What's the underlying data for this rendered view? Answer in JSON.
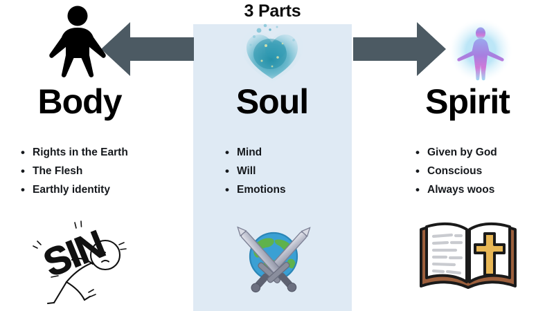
{
  "slide": {
    "title": "3 Parts",
    "background_color": "#ffffff",
    "panel_color": "#dfeaf4",
    "arrow_color": "#4c5a63"
  },
  "columns": [
    {
      "key": "body",
      "heading": "Body",
      "top_icon": "black-human-pictogram-icon",
      "bottom_icon": "stick-figure-carrying-sin-burden-icon",
      "bottom_icon_label": "SIN",
      "bullets": [
        "Rights in the Earth",
        "The Flesh",
        "Earthly identity"
      ]
    },
    {
      "key": "soul",
      "heading": "Soul",
      "top_icon": "blue-watercolor-heart-blob-icon",
      "bottom_icon": "earth-globe-with-crossed-swords-icon",
      "bullets": [
        "Mind",
        "Will",
        "Emotions"
      ]
    },
    {
      "key": "spirit",
      "heading": "Spirit",
      "top_icon": "glowing-spirit-figure-icon",
      "bottom_icon": "open-bible-with-cross-icon",
      "bullets": [
        "Given by God",
        "Conscious",
        "Always woos"
      ]
    }
  ],
  "arrows": [
    {
      "name": "arrow-left-soul-to-body",
      "direction": "left"
    },
    {
      "name": "arrow-right-soul-to-spirit",
      "direction": "right"
    }
  ]
}
